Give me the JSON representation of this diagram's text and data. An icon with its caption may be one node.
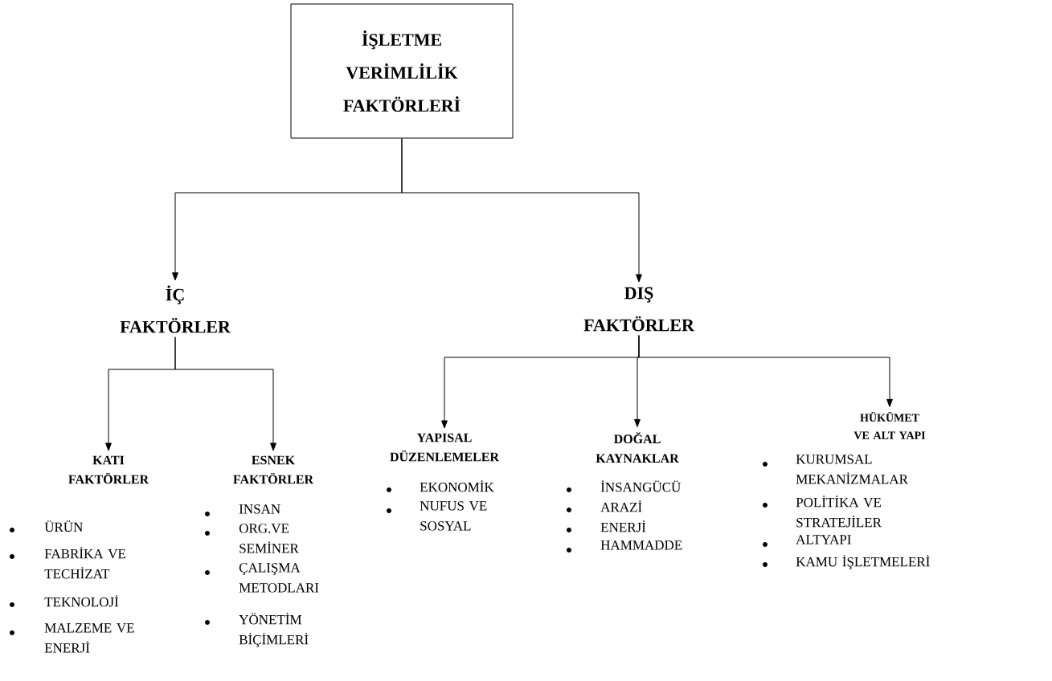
{
  "diagram": {
    "nodes": [
      {
        "text": [
          "İŞLETME VERİMLİLİK FAKTÖRLERİ"
        ]
      },
      {
        "text": [
          "İÇ FAKTÖRLER"
        ]
      },
      {
        "text": [
          "DIŞ FAKTÖRLER"
        ]
      },
      {
        "text": [
          "KATI FAKTÖRLER"
        ]
      },
      {
        "text": [
          "ESNEK FAKTÖRLER"
        ]
      },
      {
        "text": [
          "YAPISAL DÜZENLEMELER"
        ]
      },
      {
        "text": [
          "DOĞAL KAYNAKLAR"
        ]
      },
      {
        "text": [
          "HÜKÜMET VE ALT YAPI"
        ]
      }
    ],
    "edges": [
      {
        "from": 0,
        "to": 1,
        "arrow": "to"
      },
      {
        "from": 0,
        "to": 2,
        "arrow": "to"
      },
      {
        "from": 1,
        "to": 3,
        "arrow": "to"
      },
      {
        "from": 1,
        "to": 4,
        "arrow": "to"
      },
      {
        "from": 2,
        "to": 5,
        "arrow": "to"
      },
      {
        "from": 2,
        "to": 6,
        "arrow": "to"
      },
      {
        "from": 2,
        "to": 7,
        "arrow": "to"
      }
    ],
    "labels": [
      "ÜRÜN",
      "FABRİKA VE TECHİZAT",
      "TEKNOLOJİ",
      "MALZEME VE ENERJİ",
      "INSAN",
      "ORG.VE SEMİNER",
      "ÇALIŞMA METODLARI",
      "YÖNETİM BİÇİMLERİ",
      "EKONOMİK",
      "NUFUS VE SOSYAL",
      "İNSANGÜCÜ",
      "ARAZİ",
      "ENERJİ",
      "HAMMADDE",
      "KURUMSAL MEKANİZMALAR",
      "POLİTİKA VE STRATEJİLER",
      "ALTYAPI",
      "KAMU İŞLETMELERİ"
    ]
  }
}
